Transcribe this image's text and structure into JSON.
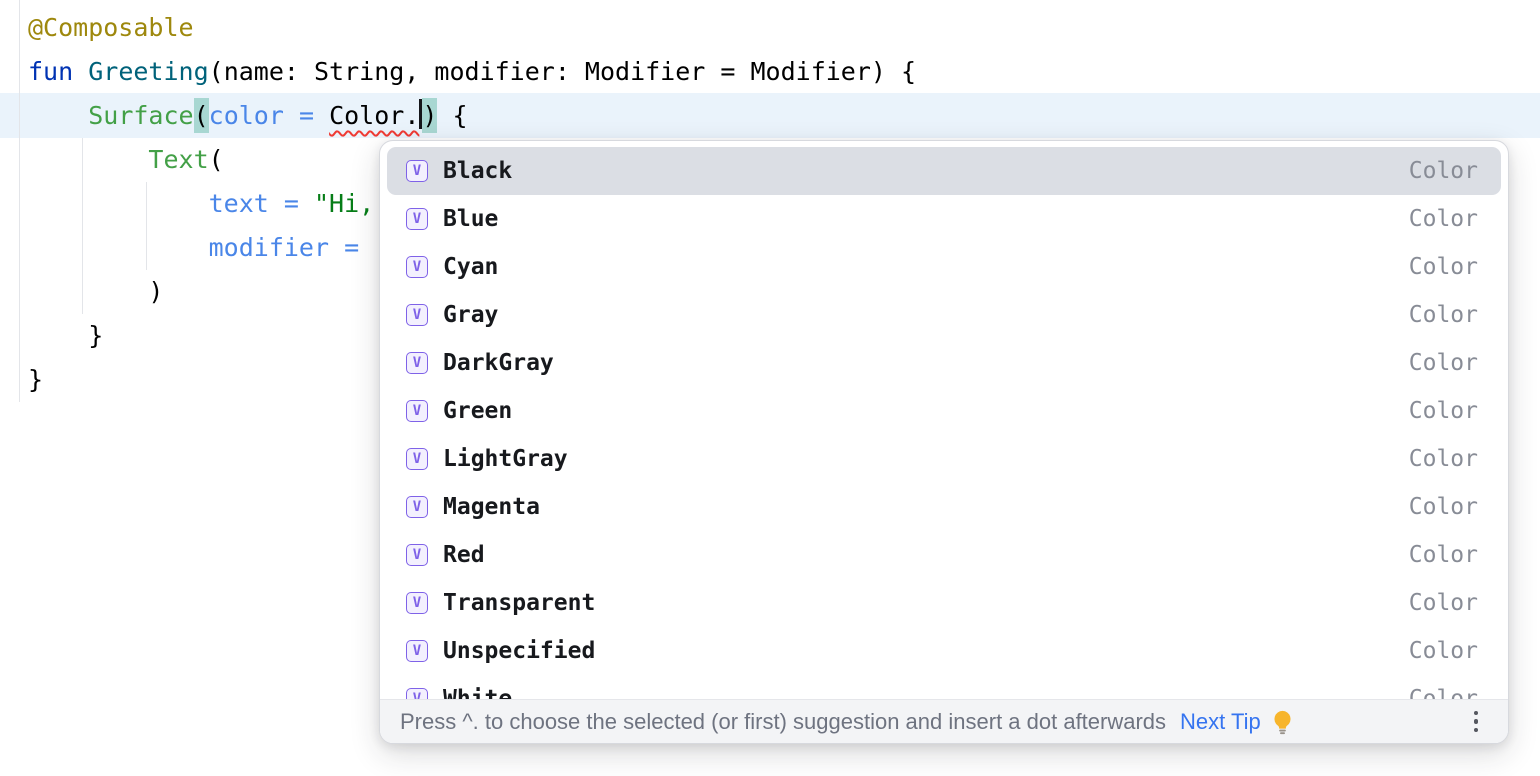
{
  "editor": {
    "lines": [
      {
        "tokens": [
          {
            "text": "@Composable",
            "style": "annotation"
          }
        ]
      },
      {
        "tokens": [
          {
            "text": "fun",
            "style": "keyword"
          },
          {
            "text": " ",
            "style": "plain"
          },
          {
            "text": "Greeting",
            "style": "fndecl"
          },
          {
            "text": "(name: String, modifier: Modifier = Modifier) {",
            "style": "plain"
          }
        ]
      },
      {
        "tokens": [
          {
            "text": "    ",
            "style": "plain"
          },
          {
            "text": "Surface",
            "style": "composable"
          },
          {
            "text": "(",
            "style": "brace"
          },
          {
            "text": "color = ",
            "style": "named"
          },
          {
            "text": "Color.",
            "style": "error"
          },
          {
            "text": ")",
            "style": "brace"
          },
          {
            "text": " {",
            "style": "plain"
          }
        ]
      },
      {
        "tokens": [
          {
            "text": "        ",
            "style": "plain"
          },
          {
            "text": "Text",
            "style": "composable"
          },
          {
            "text": "(",
            "style": "plain"
          }
        ]
      },
      {
        "tokens": [
          {
            "text": "            ",
            "style": "plain"
          },
          {
            "text": "text = ",
            "style": "named"
          },
          {
            "text": "\"Hi,",
            "style": "string"
          }
        ]
      },
      {
        "tokens": [
          {
            "text": "            ",
            "style": "plain"
          },
          {
            "text": "modifier = ",
            "style": "named"
          }
        ]
      },
      {
        "tokens": [
          {
            "text": "        )",
            "style": "plain"
          }
        ]
      },
      {
        "tokens": [
          {
            "text": "    }",
            "style": "plain"
          }
        ]
      },
      {
        "tokens": [
          {
            "text": "}",
            "style": "plain"
          }
        ]
      }
    ]
  },
  "completion": {
    "icon_letter": "V",
    "selected_item": "Black",
    "items": [
      {
        "label": "Black",
        "type": "Color"
      },
      {
        "label": "Blue",
        "type": "Color"
      },
      {
        "label": "Cyan",
        "type": "Color"
      },
      {
        "label": "Gray",
        "type": "Color"
      },
      {
        "label": "DarkGray",
        "type": "Color"
      },
      {
        "label": "Green",
        "type": "Color"
      },
      {
        "label": "LightGray",
        "type": "Color"
      },
      {
        "label": "Magenta",
        "type": "Color"
      },
      {
        "label": "Red",
        "type": "Color"
      },
      {
        "label": "Transparent",
        "type": "Color"
      },
      {
        "label": "Unspecified",
        "type": "Color"
      },
      {
        "label": "White",
        "type": "Color"
      }
    ],
    "footer": {
      "hint": "Press ^. to choose the selected (or first) suggestion and insert a dot afterwards",
      "next_tip": "Next Tip"
    }
  },
  "colors": {
    "annotation": "#9E880D",
    "keyword": "#0033B3",
    "function_decl": "#00627A",
    "composable_call": "#43A047",
    "named_argument": "#4A86E8",
    "string": "#067D17",
    "error_squiggle": "#EF3B34",
    "brace_match_bg": "#A8D7D2",
    "current_line_bg": "#EAF3FB",
    "selection_bg": "#DBDEE4",
    "value_icon_purple": "#7F62E8",
    "type_text": "#888C96",
    "hint_text": "#6E7380",
    "link": "#3574F0"
  }
}
